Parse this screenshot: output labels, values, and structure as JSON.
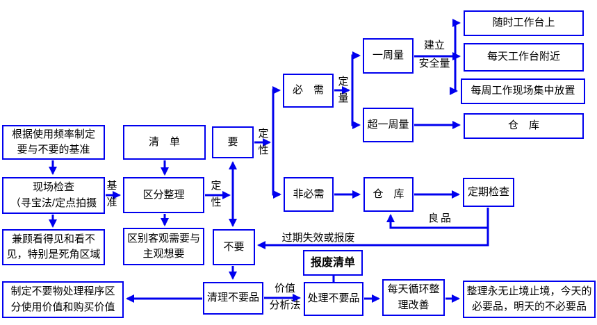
{
  "diagram": {
    "colors": {
      "line": "#0000EE",
      "text": "#000000",
      "background": "#FFFFFF"
    },
    "nodes": {
      "jizhun_box": {
        "text": "根据使用频率制定\n要与不要的基准"
      },
      "xianchang_box": {
        "text": "现场检查\n（寻宝法/定点拍摄"
      },
      "jiangu_box": {
        "text": "兼顾看得见和看不\n见，特别是死角区域"
      },
      "zhiding_box": {
        "text": "制定不要物处理程序区\n分使用价值和购买价值"
      },
      "qingdan_box": {
        "text": "清　单"
      },
      "qufen_box": {
        "text": "区分整理"
      },
      "qubie_box": {
        "text": "区别客观需要与\n主观想要"
      },
      "yao_box": {
        "text": "要"
      },
      "buyao_box": {
        "text": "不要"
      },
      "bixu_box": {
        "text": "必　需"
      },
      "feibixu_box": {
        "text": "非必需"
      },
      "yizhouliang_box": {
        "text": "一周量"
      },
      "chaoyizhou_box": {
        "text": "超一周量"
      },
      "suishi_box": {
        "text": "随时工作台上"
      },
      "meitian_box": {
        "text": "每天工作台附近"
      },
      "meizhou_box": {
        "text": "每周工作现场集中放置"
      },
      "cangku_top_box": {
        "text": "仓　库"
      },
      "cangku_mid_box": {
        "text": "仓　库"
      },
      "dingqi_box": {
        "text": "定期检查"
      },
      "baofei_box": {
        "text": "报废清单"
      },
      "qingli_box": {
        "text": "清理不要品"
      },
      "chuli_box": {
        "text": "处理不要品"
      },
      "xunhuan_box": {
        "text": "每天循环整\n理改善"
      },
      "zhengli_box": {
        "text": "整理永无止境止境，今天的\n必要品，明天的不必要品"
      }
    },
    "labels": {
      "jizhun": {
        "text": "基\n准"
      },
      "dingxing1": {
        "text": "定\n性"
      },
      "dingxing2": {
        "text": "定\n性"
      },
      "dingliang": {
        "text": "定\n量"
      },
      "jianli": {
        "text": "建立\n安全量"
      },
      "liangpin": {
        "text": "良品"
      },
      "guoqi": {
        "text": "过期失效或报废"
      },
      "jiazhi": {
        "text": "价值\n分析法"
      }
    }
  }
}
